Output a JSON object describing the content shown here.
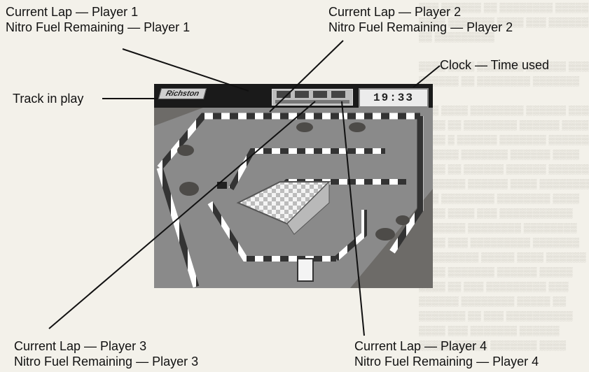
{
  "callouts": {
    "p1": {
      "lap": "Current Lap — Player 1",
      "nitro": "Nitro Fuel Remaining — Player 1"
    },
    "p2": {
      "lap": "Current Lap — Player 2",
      "nitro": "Nitro Fuel Remaining — Player 2"
    },
    "clock": "Clock — Time used",
    "track": "Track in play",
    "p3": {
      "lap": "Current Lap — Player 3",
      "nitro": "Nitro Fuel Remaining — Player 3"
    },
    "p4": {
      "lap": "Current Lap — Player 4",
      "nitro": "Nitro Fuel Remaining — Player 4"
    }
  },
  "screen": {
    "clock_display": "19:33",
    "track_color": "#8a8a8a",
    "wall_color": "#ffffff",
    "ground_color": "#6d6b68"
  }
}
